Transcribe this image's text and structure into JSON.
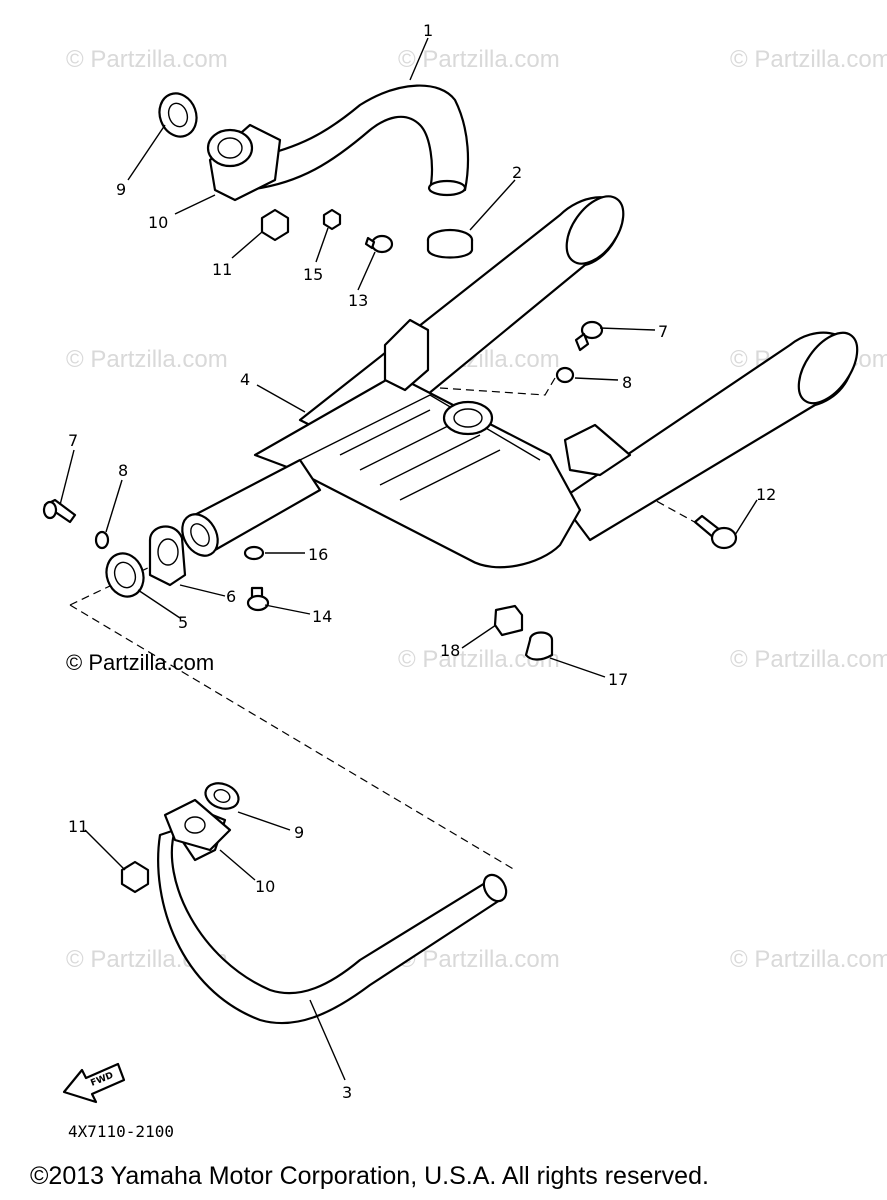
{
  "watermarks": [
    "© Partzilla.com",
    "© Partzilla.com",
    "© Partzilla.com",
    "© Partzilla.com",
    "© Partzilla.com",
    "© Partzilla.com",
    "© Partzilla.com",
    "© Partzilla.com",
    "© Partzilla.com",
    "© Partzilla.com",
    "© Partzilla.com"
  ],
  "watermark_prominent": "© Partzilla.com",
  "callouts": {
    "c1": "1",
    "c2": "2",
    "c3": "3",
    "c4": "4",
    "c5": "5",
    "c6": "6",
    "c7a": "7",
    "c7b": "7",
    "c8a": "8",
    "c8b": "8",
    "c9a": "9",
    "c9b": "9",
    "c10a": "10",
    "c10b": "10",
    "c11a": "11",
    "c11b": "11",
    "c12": "12",
    "c13": "13",
    "c14": "14",
    "c15": "15",
    "c16": "16",
    "c17": "17",
    "c18": "18"
  },
  "fwd_label": "FWD",
  "diagram_code": "4X7110-2100",
  "copyright": "©2013 Yamaha Motor Corporation, U.S.A. All rights reserved."
}
